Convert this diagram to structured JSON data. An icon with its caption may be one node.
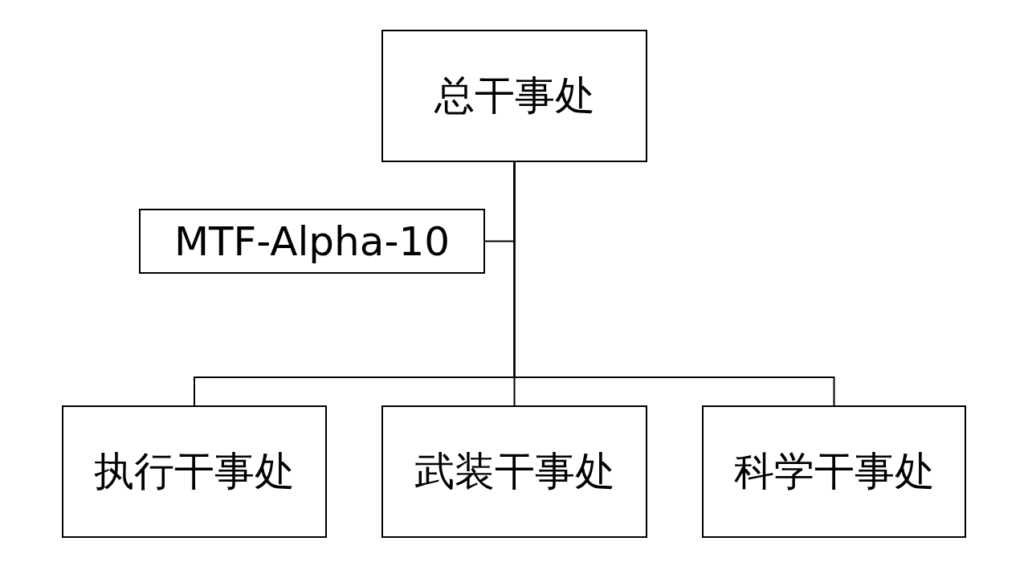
{
  "diagram": {
    "nodes": [
      {
        "text": [
          "总干事处"
        ]
      },
      {
        "text": [
          "MTF-Alpha-10"
        ]
      },
      {
        "text": [
          "执行干事处"
        ]
      },
      {
        "text": [
          "武装干事处"
        ]
      },
      {
        "text": [
          "科学干事处"
        ]
      }
    ],
    "edges": [
      {
        "from": 0,
        "to": 1,
        "arrow": "none"
      },
      {
        "from": 0,
        "to": 2,
        "arrow": "none"
      },
      {
        "from": 0,
        "to": 3,
        "arrow": "none"
      },
      {
        "from": 0,
        "to": 4,
        "arrow": "none"
      }
    ]
  }
}
